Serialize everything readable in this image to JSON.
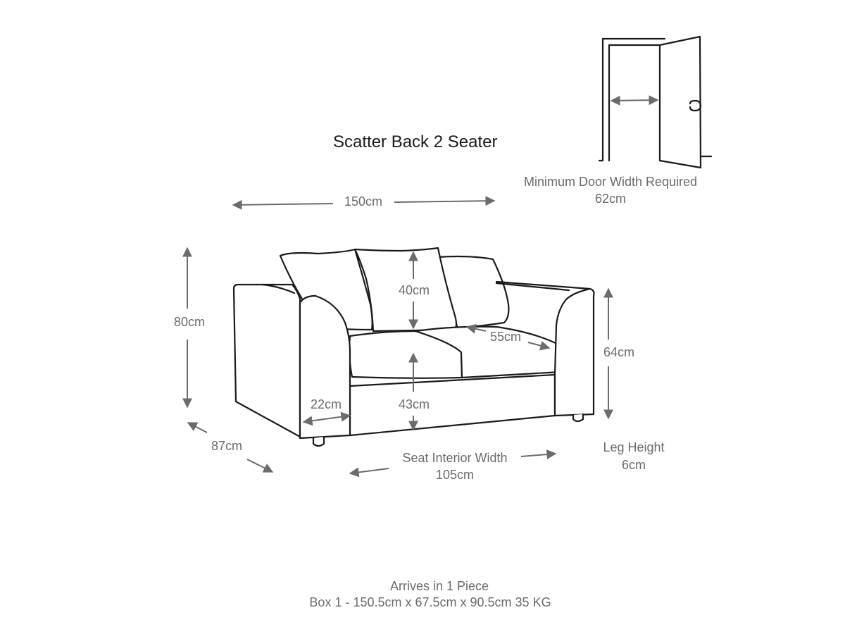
{
  "title": "Scatter Back 2 Seater",
  "door": {
    "label": "Minimum Door Width Required",
    "value": "62cm"
  },
  "dimensions": {
    "width": "150cm",
    "height": "80cm",
    "depth": "87cm",
    "back_cushion": "40cm",
    "seat_depth": "55cm",
    "arm_height": "64cm",
    "seat_height": "43cm",
    "arm_width": "22cm"
  },
  "seat_interior": {
    "label": "Seat Interior Width",
    "value": "105cm"
  },
  "leg": {
    "label": "Leg Height",
    "value": "6cm"
  },
  "delivery": {
    "line1": "Arrives in 1 Piece",
    "line2": "Box 1 - 150.5cm x 67.5cm x 90.5cm 35 KG"
  },
  "colors": {
    "outline": "#1a1a1a",
    "dimension": "#6b6b6b"
  }
}
